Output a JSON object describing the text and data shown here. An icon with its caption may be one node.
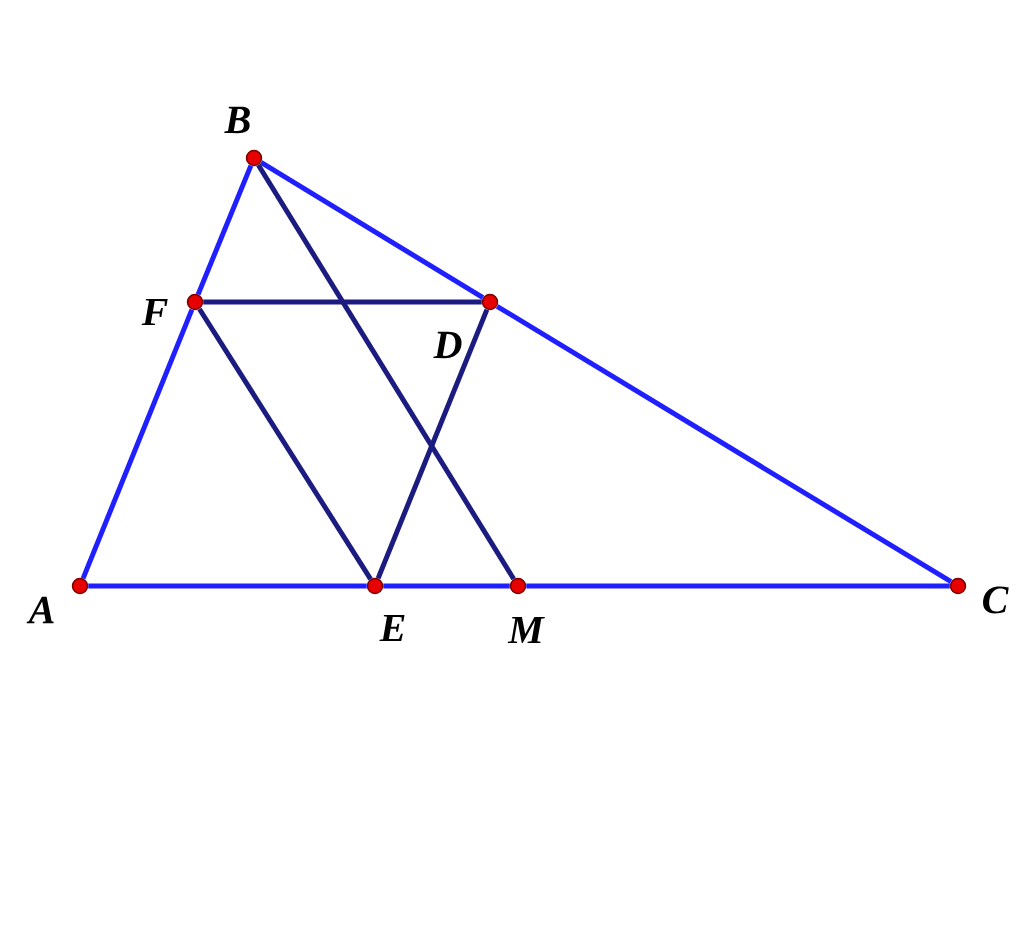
{
  "diagram": {
    "nodes": [
      {
        "text": [
          "A"
        ]
      },
      {
        "text": [
          "B"
        ]
      },
      {
        "text": [
          "C"
        ]
      },
      {
        "text": [
          "D"
        ]
      },
      {
        "text": [
          "E"
        ]
      },
      {
        "text": [
          "F"
        ]
      },
      {
        "text": [
          "M"
        ]
      }
    ],
    "edges": [
      {
        "from": 0,
        "to": 5,
        "arrow": "none"
      },
      {
        "from": 5,
        "to": 1,
        "arrow": "none"
      },
      {
        "from": 1,
        "to": 3,
        "arrow": "none"
      },
      {
        "from": 3,
        "to": 2,
        "arrow": "none"
      },
      {
        "from": 0,
        "to": 4,
        "arrow": "none"
      },
      {
        "from": 4,
        "to": 6,
        "arrow": "none"
      },
      {
        "from": 6,
        "to": 2,
        "arrow": "none"
      },
      {
        "from": 5,
        "to": 3,
        "arrow": "none",
        "color": "#1c1c80"
      },
      {
        "from": 5,
        "to": 4,
        "arrow": "none",
        "color": "#1c1c80"
      },
      {
        "from": 3,
        "to": 4,
        "arrow": "none",
        "color": "#1c1c80"
      },
      {
        "from": 1,
        "to": 6,
        "arrow": "none",
        "color": "#1c1c80"
      }
    ]
  }
}
